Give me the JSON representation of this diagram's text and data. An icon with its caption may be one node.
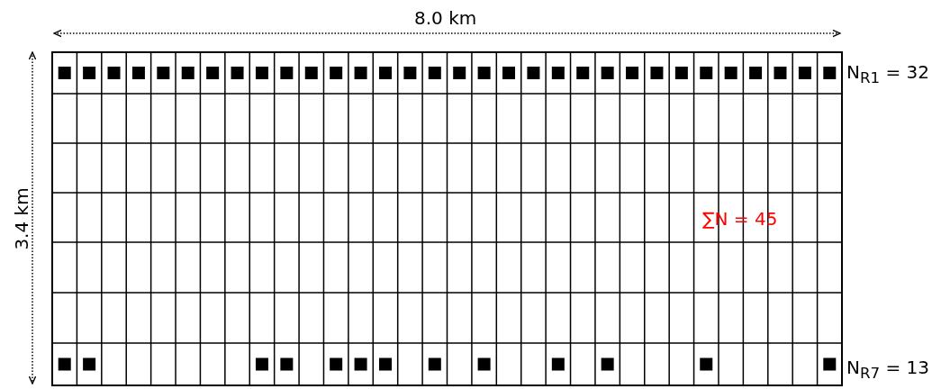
{
  "diagram": {
    "labels": [
      "8.0 km",
      "3.4 km",
      "N$_{R1}$ = 32",
      "∑N = 45",
      "N$_{R7}$ = 13"
    ]
  }
}
